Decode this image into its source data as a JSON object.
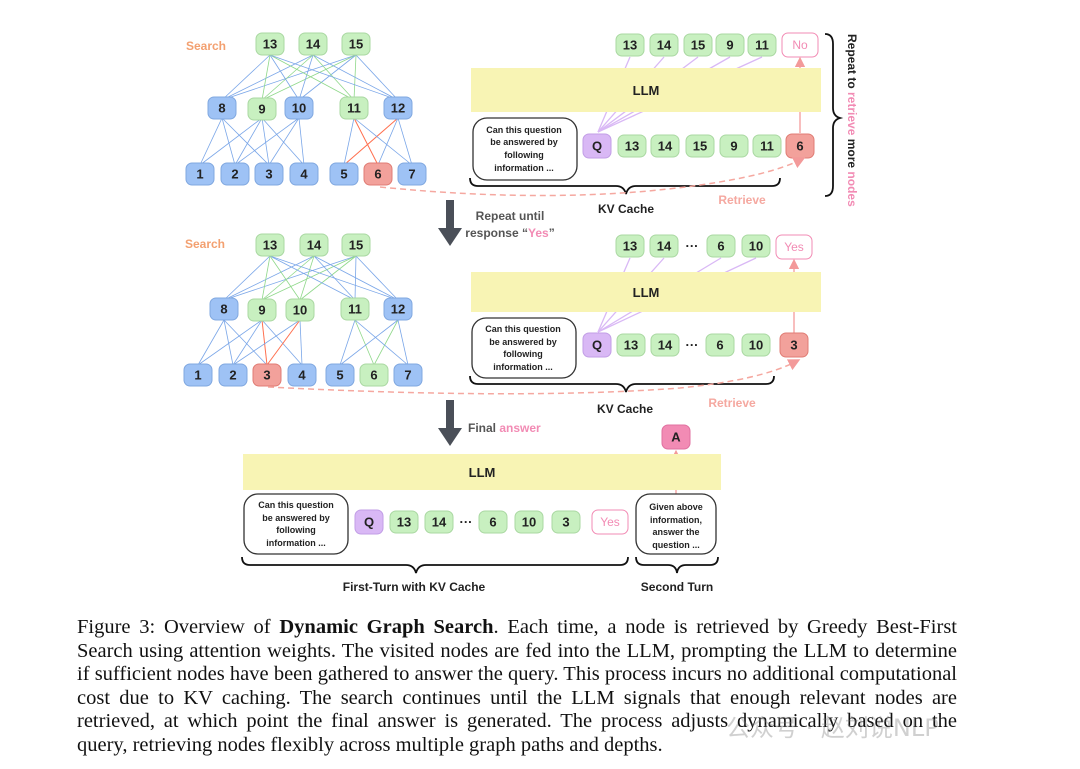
{
  "panel1": {
    "search_label": "Search",
    "tree": {
      "top": [
        "13",
        "14",
        "15"
      ],
      "mid": [
        "8",
        "9",
        "10",
        "11",
        "12"
      ],
      "leaves": [
        "1",
        "2",
        "3",
        "4",
        "5",
        "6",
        "7"
      ]
    },
    "kv_sequence": [
      "Q",
      "13",
      "14",
      "15",
      "9",
      "11",
      "6"
    ],
    "output_sequence": [
      "13",
      "14",
      "15",
      "9",
      "11"
    ],
    "output_decision": "No",
    "llm_label": "LLM",
    "prompt_lines": [
      "Can this question",
      "be answered by",
      "following",
      "information ..."
    ],
    "kv_cache_label": "KV Cache",
    "retrieve_label": "Retrieve",
    "repeat_side_label_a": "Repeat to ",
    "repeat_side_label_b": "retrieve",
    "repeat_side_label_c": " more ",
    "repeat_side_label_d": "nodes"
  },
  "arrow1": {
    "line1": "Repeat until",
    "line2a": "response “",
    "line2b": "Yes",
    "line2c": "”"
  },
  "panel2": {
    "search_label": "Search",
    "tree": {
      "top": [
        "13",
        "14",
        "15"
      ],
      "mid": [
        "8",
        "9",
        "10",
        "11",
        "12"
      ],
      "leaves": [
        "1",
        "2",
        "3",
        "4",
        "5",
        "6",
        "7"
      ]
    },
    "kv_sequence": [
      "Q",
      "13",
      "14",
      "···",
      "6",
      "10",
      "3"
    ],
    "output_sequence": [
      "13",
      "14",
      "···",
      "6",
      "10"
    ],
    "output_decision": "Yes",
    "llm_label": "LLM",
    "prompt_lines": [
      "Can this question",
      "be answered by",
      "following",
      "information ..."
    ],
    "kv_cache_label": "KV Cache",
    "retrieve_label": "Retrieve"
  },
  "arrow2": {
    "line1a": "Final ",
    "line1b": "answer"
  },
  "panel3": {
    "llm_label": "LLM",
    "prompt_lines": [
      "Can this question",
      "be answered by",
      "following",
      "information ..."
    ],
    "sequence": [
      "Q",
      "13",
      "14",
      "···",
      "6",
      "10",
      "3"
    ],
    "decision": "Yes",
    "second_prompt_lines": [
      "Given above",
      "information,",
      "answer the",
      "question ..."
    ],
    "answer_token": "A",
    "first_turn_label": "First-Turn with KV Cache",
    "second_turn_label": "Second Turn"
  },
  "caption": {
    "prefix": "Figure 3: Overview of ",
    "bold": "Dynamic Graph Search",
    "body": ". Each time, a node is retrieved by Greedy Best-First Search using attention weights. The visited nodes are fed into the LLM, prompting the LLM to determine if sufficient nodes have been gathered to answer the query. This process incurs no additional computational cost due to KV caching. The search continues until the LLM signals that enough relevant nodes are retrieved, at which point the final answer is generated. The process adjusts dynamically based on the query, retrieving nodes flexibly across multiple graph paths and depths."
  },
  "watermark": "公众号 · 赵刘说NLP",
  "colors": {
    "blue_node": "#9ec2f5",
    "green_node": "#c8f0c0",
    "red_node": "#f2a19b",
    "purple_node": "#d9b8f5",
    "llm_bar": "#f8f4b4",
    "accent_pink": "#f28bb4",
    "search_orange": "#f3a070"
  }
}
